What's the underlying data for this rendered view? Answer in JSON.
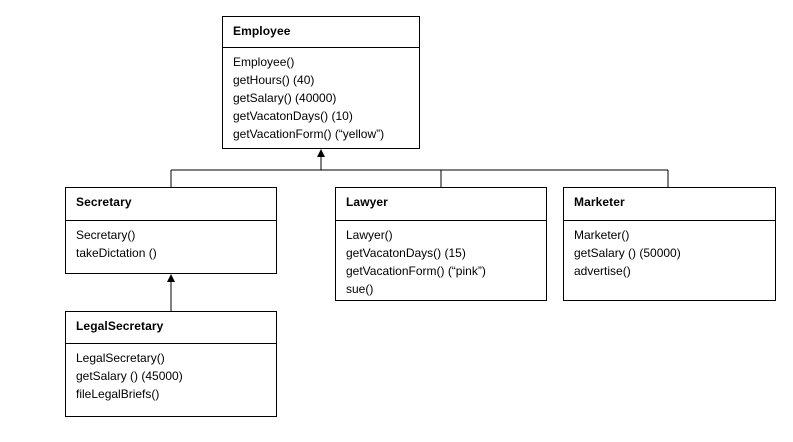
{
  "classes": [
    {
      "name": "Employee",
      "methods": [
        "Employee()",
        "getHours()  (40)",
        "getSalary()  (40000)",
        "getVacatonDays() (10)",
        "getVacationForm() (“yellow”)"
      ]
    },
    {
      "name": "Secretary",
      "methods": [
        "Secretary()",
        "takeDictation ()"
      ]
    },
    {
      "name": "Lawyer",
      "methods": [
        "Lawyer()",
        "getVacatonDays() (15)",
        "getVacationForm() (“pink”)",
        "sue()"
      ]
    },
    {
      "name": "Marketer",
      "methods": [
        "Marketer()",
        "getSalary () (50000)",
        "advertise()"
      ]
    },
    {
      "name": "LegalSecretary",
      "methods": [
        "LegalSecretary()",
        "getSalary () (45000)",
        "fileLegalBriefs()"
      ]
    }
  ],
  "relationships": [
    {
      "child": "Secretary",
      "parent": "Employee"
    },
    {
      "child": "Lawyer",
      "parent": "Employee"
    },
    {
      "child": "Marketer",
      "parent": "Employee"
    },
    {
      "child": "LegalSecretary",
      "parent": "Secretary"
    }
  ]
}
